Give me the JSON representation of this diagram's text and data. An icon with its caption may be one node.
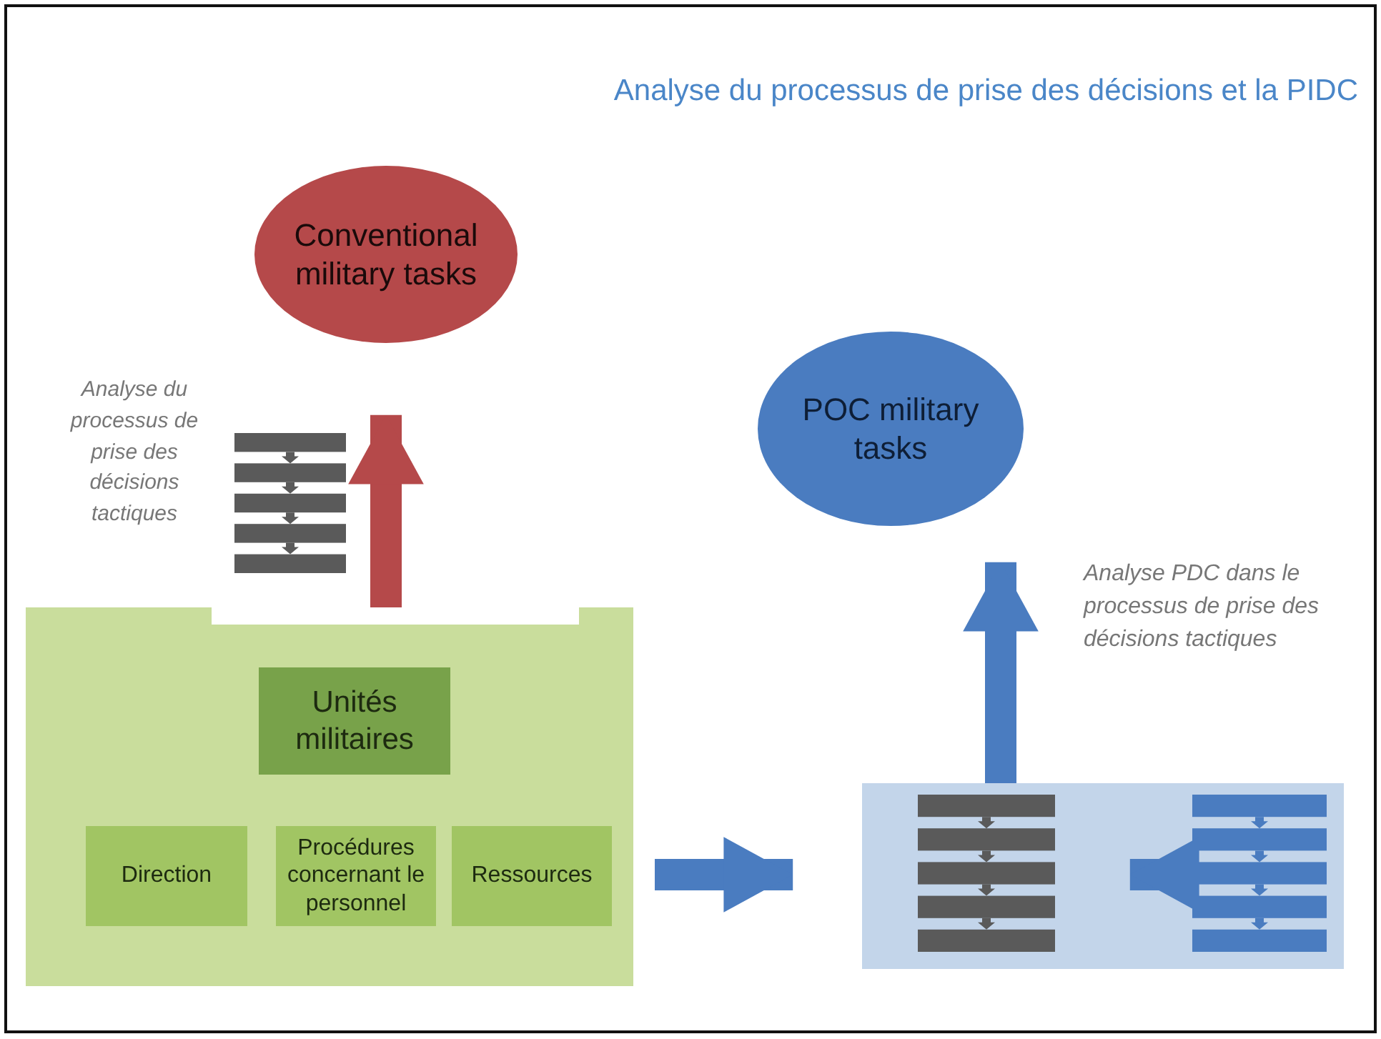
{
  "diagram": {
    "title": "Analyse du processus de prise des décisions et la PIDC",
    "nodes": [
      {
        "text": [
          "Conventional military tasks"
        ]
      },
      {
        "text": [
          "POC military tasks"
        ]
      },
      {
        "text": [],
        "shape": "picture",
        "beside": [
          "Analyse du processus de prise des décisions tactiques"
        ]
      },
      {
        "text": [],
        "shape": "box"
      },
      {
        "text": [
          "Unités militaires"
        ],
        "in": 3
      },
      {
        "text": [
          "Direction"
        ],
        "in": 3
      },
      {
        "text": [
          "Procédures concernant le personnel"
        ],
        "in": 3
      },
      {
        "text": [
          "Ressources"
        ],
        "in": 3
      },
      {
        "text": [],
        "shape": "box"
      },
      {
        "text": [],
        "shape": "picture",
        "in": 8
      },
      {
        "text": [],
        "shape": "picture",
        "in": 8
      }
    ],
    "edges": [
      {
        "from": 3,
        "to": 0,
        "arrow": "to",
        "color": "#b5494a"
      },
      {
        "from": 3,
        "to": 8,
        "arrow": "to"
      },
      {
        "from": 8,
        "to": 1,
        "arrow": "to"
      },
      {
        "from": 10,
        "to": 9,
        "arrow": "to"
      }
    ],
    "labels": [
      "Analyse PDC dans le processus de prise des décisions tactiques"
    ]
  }
}
